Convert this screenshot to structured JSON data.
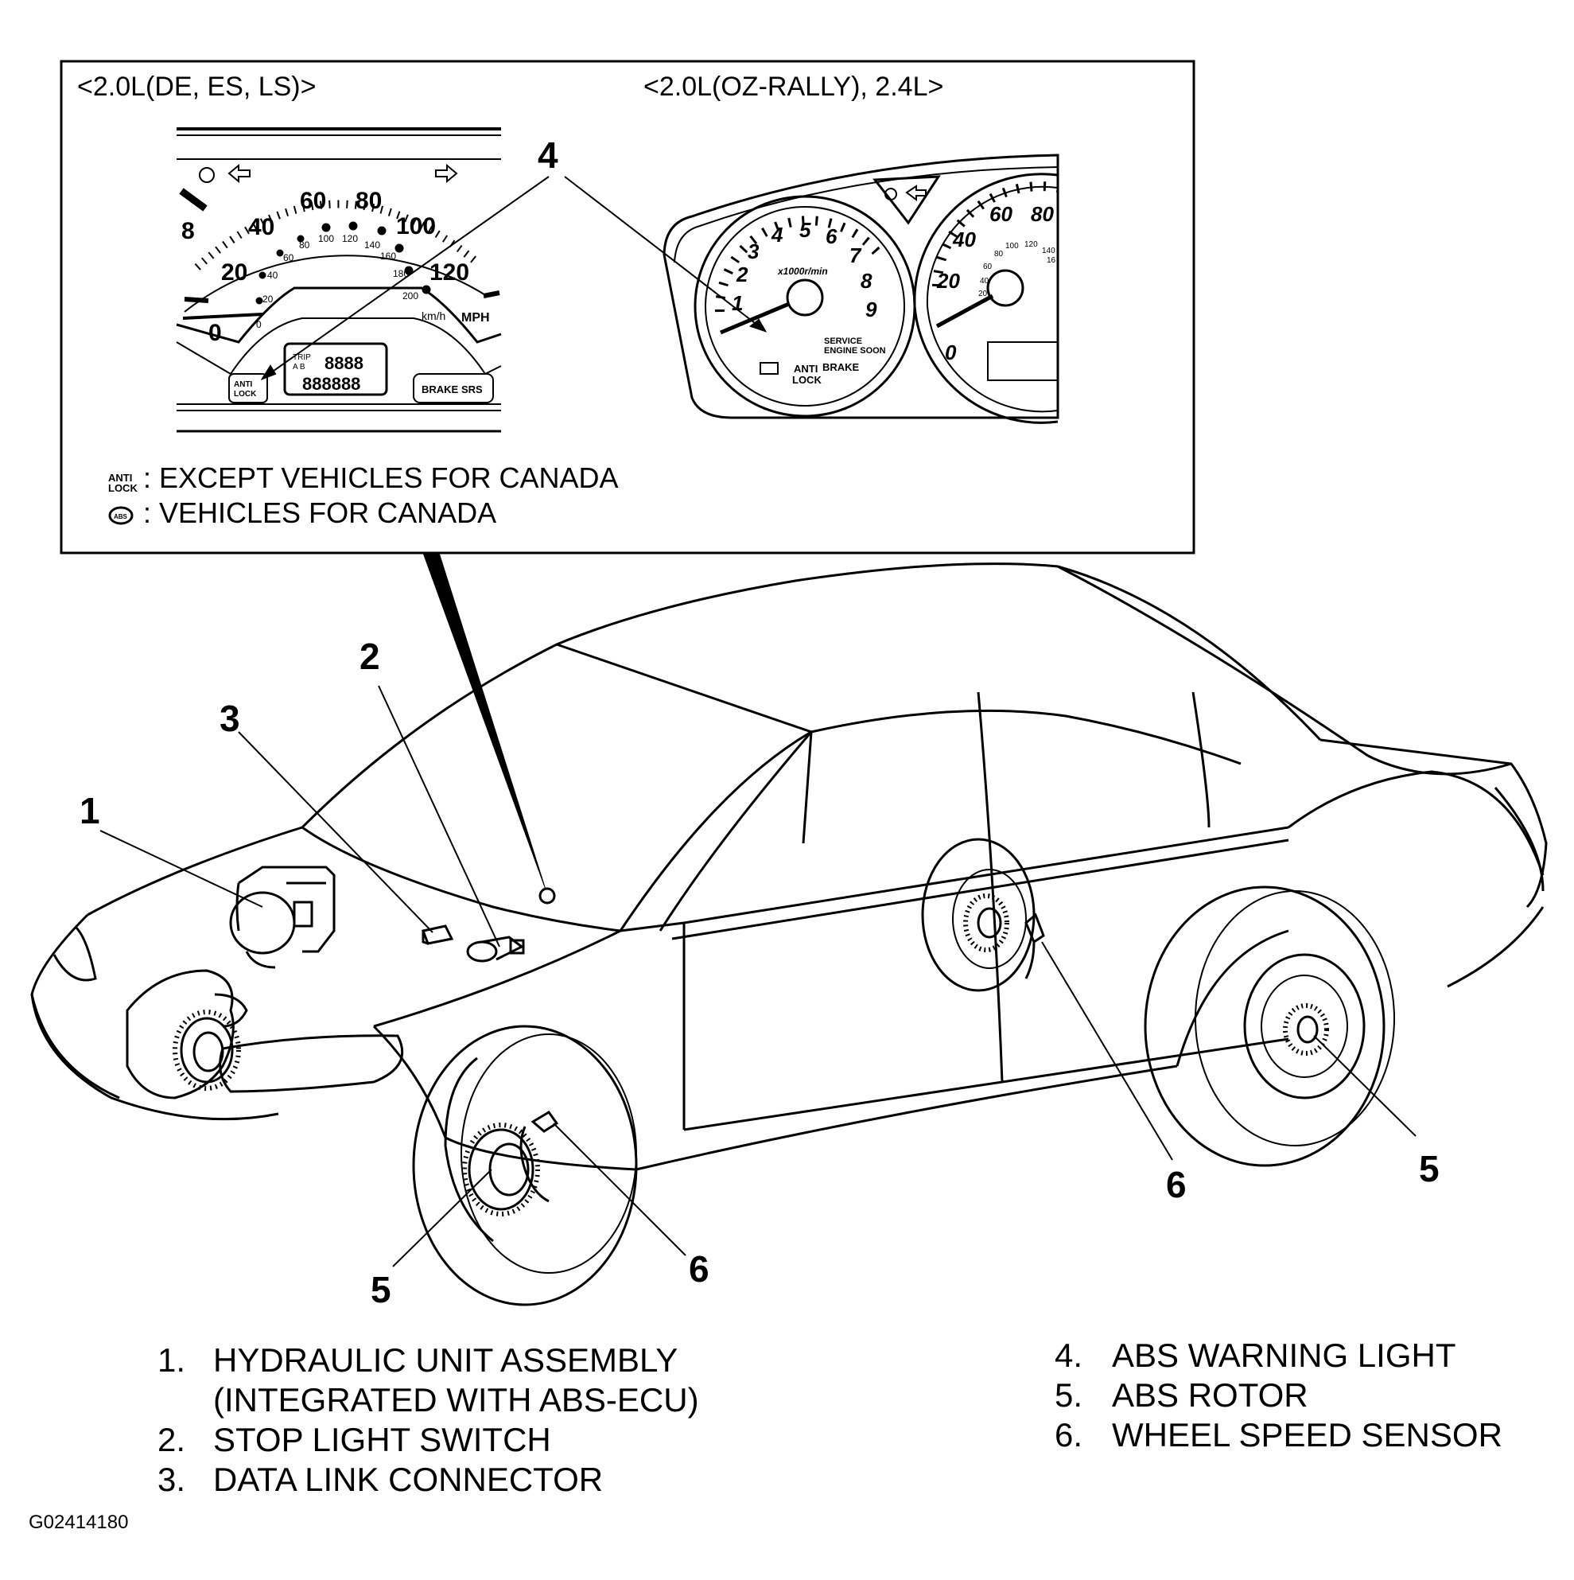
{
  "inset": {
    "variant_left": "<2.0L(DE, ES, LS)>",
    "variant_right": "<2.0L(OZ-RALLY), 2.4L>",
    "legend": [
      {
        "icon": "anti-lock-icon",
        "text": ": EXCEPT VEHICLES FOR CANADA"
      },
      {
        "icon": "abs-circle-icon",
        "text": ": VEHICLES FOR CANADA"
      }
    ],
    "left_cluster": {
      "mph_ticks": [
        "0",
        "20",
        "40",
        "60",
        "80",
        "100",
        "120"
      ],
      "kmh_ticks": [
        "0",
        "20",
        "40",
        "60",
        "80",
        "100",
        "120",
        "140",
        "160",
        "180",
        "200"
      ],
      "partial_tick": "8",
      "unit_kmh": "km/h",
      "unit_mph": "MPH",
      "warning_anti": "ANTI",
      "warning_lock": "LOCK",
      "brake": "BRAKE",
      "srs": "SRS",
      "trip": "TRIP",
      "ab": "A B",
      "odo_top": "8888",
      "odo_bottom": "888888"
    },
    "right_cluster": {
      "tach_ticks": [
        "1",
        "2",
        "3",
        "4",
        "5",
        "6",
        "7",
        "8",
        "9"
      ],
      "tach_unit": "x1000r/min",
      "speed_ticks": [
        "0",
        "20",
        "40",
        "60",
        "80"
      ],
      "speed_small": [
        "20",
        "40",
        "60",
        "80",
        "100",
        "120",
        "140",
        "16"
      ],
      "service_1": "SERVICE",
      "service_2": "ENGINE SOON",
      "warning_anti": "ANTI",
      "warning_lock": "LOCK",
      "brake": "BRAKE"
    }
  },
  "callouts": {
    "c1": "1",
    "c2": "2",
    "c3": "3",
    "c4": "4",
    "c5_front": "5",
    "c6_front": "6",
    "c6_rear": "6",
    "c5_rear": "5"
  },
  "parts_list": {
    "left": [
      {
        "num": "1.",
        "lines": [
          "HYDRAULIC UNIT ASSEMBLY",
          "(INTEGRATED WITH ABS-ECU)"
        ]
      },
      {
        "num": "2.",
        "lines": [
          "STOP LIGHT SWITCH"
        ]
      },
      {
        "num": "3.",
        "lines": [
          "DATA LINK CONNECTOR"
        ]
      }
    ],
    "right": [
      {
        "num": "4.",
        "lines": [
          "ABS WARNING LIGHT"
        ]
      },
      {
        "num": "5.",
        "lines": [
          "ABS ROTOR"
        ]
      },
      {
        "num": "6.",
        "lines": [
          "WHEEL SPEED SENSOR"
        ]
      }
    ]
  },
  "figure_code": "G02414180"
}
